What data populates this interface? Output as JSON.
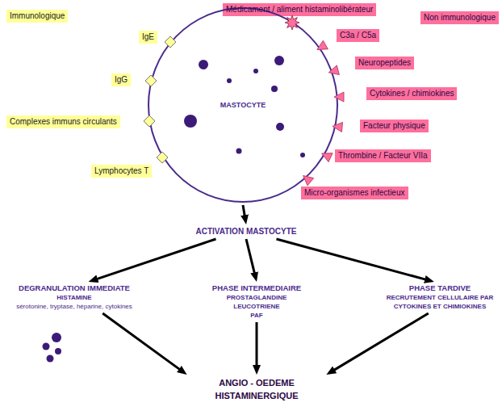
{
  "diagram": {
    "nodes": [
      {
        "text": [
          "Immunologique"
        ]
      },
      {
        "text": [
          "Médicament / aliment histaminolibérateur"
        ]
      },
      {
        "text": [
          "Non immunologique"
        ]
      },
      {
        "text": [
          "MASTOCYTE"
        ]
      },
      {
        "text": [
          "IgE"
        ]
      },
      {
        "text": [
          "C3a / C5a"
        ]
      },
      {
        "text": [
          "IgG"
        ]
      },
      {
        "text": [
          "Neuropeptides"
        ]
      },
      {
        "text": [
          "Cytokines / chimiokines"
        ]
      },
      {
        "text": [
          "Complexes immuns circulants"
        ]
      },
      {
        "text": [
          "Facteur physique"
        ]
      },
      {
        "text": [
          "Lymphocytes T"
        ]
      },
      {
        "text": [
          "Thrombine / Facteur VIIa"
        ]
      },
      {
        "text": [
          "Micro-organismes infectieux"
        ]
      },
      {
        "text": [
          "ACTIVATION MASTOCYTE"
        ]
      },
      {
        "text": [
          "DEGRANULATION IMMEDIATE",
          "HISTAMINE",
          "sérotonine, tryptase, héparine, cytokines"
        ]
      },
      {
        "text": [
          "PHASE INTERMEDIAIRE",
          "PROSTAGLANDINE",
          "LEUCOTRIENE",
          "PAF"
        ]
      },
      {
        "text": [
          "PHASE TARDIVE",
          "RECRUTEMENT CELLULAIRE PAR CYTOKINES ET CHIMIOKINES"
        ]
      },
      {
        "text": [
          "ANGIO - OEDEME HISTAMINERGIQUE"
        ]
      }
    ],
    "edges": [
      {
        "from": 3,
        "to": 14,
        "arrow": "to"
      },
      {
        "from": 14,
        "to": 15,
        "arrow": "to"
      },
      {
        "from": 14,
        "to": 16,
        "arrow": "to"
      },
      {
        "from": 14,
        "to": 17,
        "arrow": "to"
      },
      {
        "from": 15,
        "to": 18,
        "arrow": "to"
      },
      {
        "from": 16,
        "to": 18,
        "arrow": "to"
      },
      {
        "from": 17,
        "to": 18,
        "arrow": "to"
      }
    ]
  }
}
